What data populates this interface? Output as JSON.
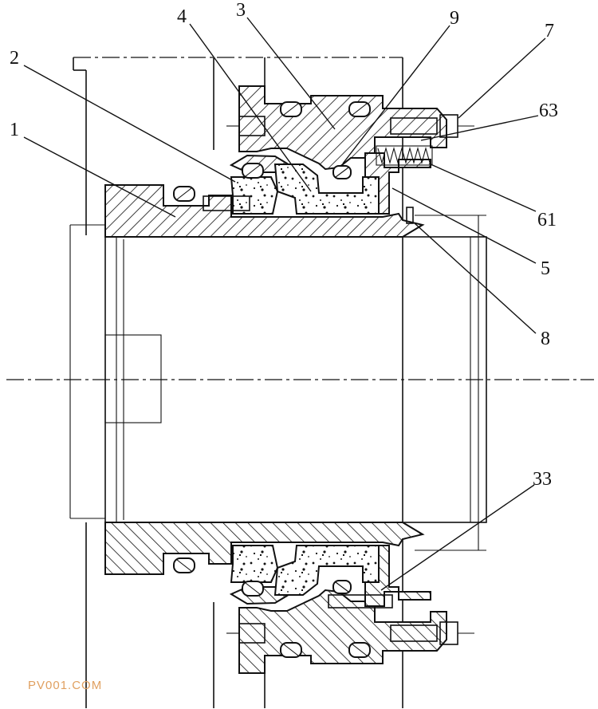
{
  "labels": {
    "p1": "1",
    "p2": "2",
    "p3": "3",
    "p4": "4",
    "p5": "5",
    "p7": "7",
    "p8": "8",
    "p9": "9",
    "p33": "33",
    "p61": "61",
    "p63": "63"
  },
  "watermark": "PV001.COM"
}
